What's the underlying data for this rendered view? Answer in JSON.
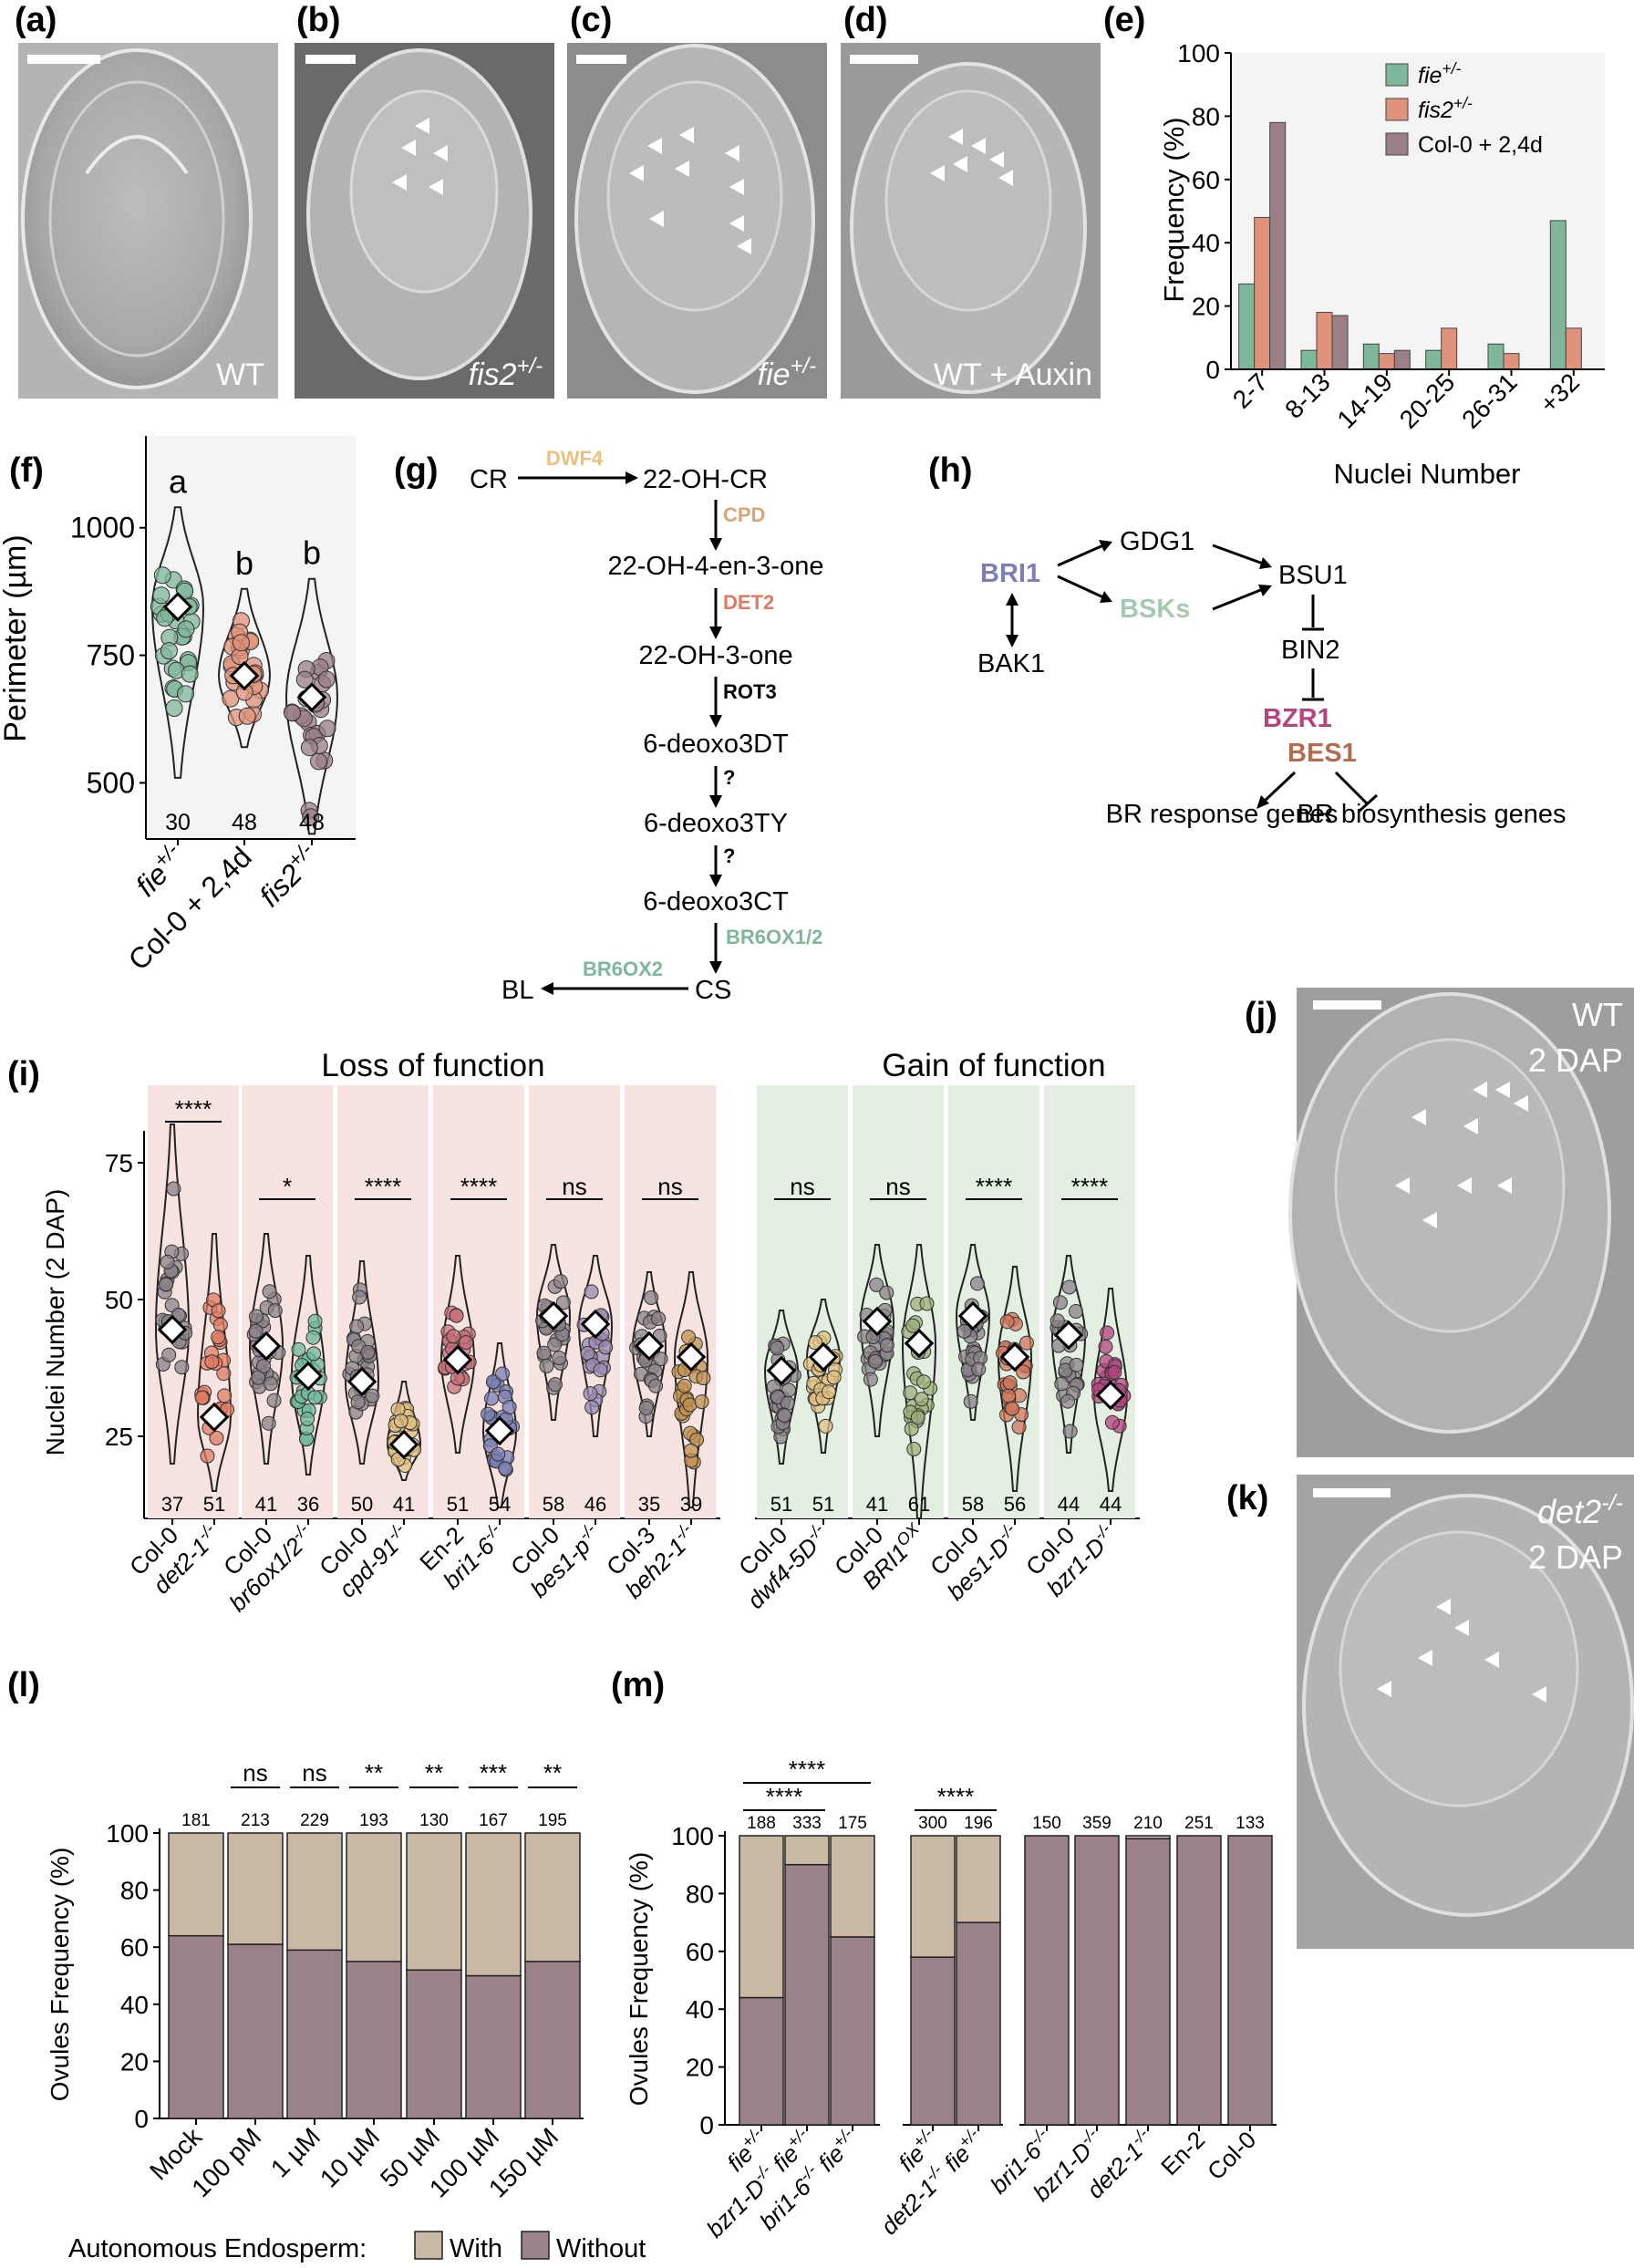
{
  "colors": {
    "green": "#7fb79a",
    "orange": "#e0937a",
    "mauve": "#9a7f86",
    "with": "#c9b9a4",
    "without": "#9a8288",
    "blue": "#7b7fb5",
    "lightgreen": "#a7c9b0",
    "magenta": "#b3447d",
    "brown": "#b36a4f",
    "gold": "#e0c080",
    "salmon": "#e07b61",
    "teal": "#6fb89a",
    "bgGreen": "#e3efe0",
    "bgPink": "#f7e4e0",
    "panelBg": "#f4f4f4"
  },
  "panels": {
    "a": "(a)",
    "b": "(b)",
    "c": "(c)",
    "d": "(d)",
    "e": "(e)",
    "f": "(f)",
    "g": "(g)",
    "h": "(h)",
    "i": "(i)",
    "j": "(j)",
    "k": "(k)",
    "l": "(l)",
    "m": "(m)"
  },
  "micrographs": {
    "a": "WT",
    "b": "fis2+/-",
    "c": "fie+/-",
    "d": "WT + Auxin",
    "j": [
      "WT",
      "2 DAP"
    ],
    "k": [
      "det2-/-",
      "2 DAP"
    ]
  },
  "chart_data": [
    {
      "id": "e",
      "type": "bar",
      "xlabel": "Nuclei Number",
      "ylabel": "Frequency (%)",
      "ylim": [
        0,
        100
      ],
      "yticks": [
        0,
        20,
        40,
        60,
        80,
        100
      ],
      "categories": [
        "2-7",
        "8-13",
        "14-19",
        "20-25",
        "26-31",
        "+32"
      ],
      "series": [
        {
          "name": "fie+/-",
          "color": "#7fb79a",
          "values": [
            27,
            6,
            8,
            6,
            8,
            47
          ]
        },
        {
          "name": "fis2+/-",
          "color": "#e0937a",
          "values": [
            48,
            18,
            5,
            13,
            5,
            13
          ]
        },
        {
          "name": "Col-0 + 2,4d",
          "color": "#9a7f86",
          "values": [
            78,
            17,
            6,
            0,
            0,
            0
          ]
        }
      ],
      "legend": "top-right"
    },
    {
      "id": "f",
      "type": "scatter",
      "ylabel": "Perimeter (µm)",
      "ylim": [
        390,
        1180
      ],
      "yticks": [
        500,
        750,
        1000
      ],
      "groups": [
        {
          "label": "fie+/-",
          "color": "#7fb79a",
          "mean": 845,
          "min": 510,
          "max": 1040,
          "n": "30",
          "letter": "a"
        },
        {
          "label": "Col-0 + 2,4d",
          "color": "#e0937a",
          "mean": 710,
          "min": 570,
          "max": 880,
          "n": "48",
          "letter": "b"
        },
        {
          "label": "fis2+/-",
          "color": "#9a7f86",
          "mean": 668,
          "min": 400,
          "max": 900,
          "n": "48",
          "letter": "b"
        }
      ]
    },
    {
      "id": "i",
      "type": "scatter",
      "ylabel": "Nuclei Number (2 DAP)",
      "ylim": [
        10,
        90
      ],
      "yticks": [
        25,
        50,
        75
      ],
      "sections": {
        "loss": "Loss of function",
        "gain": "Gain of function"
      },
      "pairs": [
        {
          "section": "loss",
          "sig": "****",
          "groups": [
            {
              "label": "Col-0",
              "color": "#8a8288",
              "mean": 44.5,
              "min": 20,
              "max": 82,
              "n": "37"
            },
            {
              "label": "det2-1-/-",
              "color": "#e07b61",
              "mean": 28.5,
              "min": 15,
              "max": 62,
              "n": "51"
            }
          ]
        },
        {
          "section": "loss",
          "sig": "*",
          "groups": [
            {
              "label": "Col-0",
              "color": "#8a8288",
              "mean": 41.5,
              "min": 20,
              "max": 62,
              "n": "41"
            },
            {
              "label": "br6ox1/2-/-",
              "color": "#6fb89a",
              "mean": 36,
              "min": 18,
              "max": 58,
              "n": "36"
            }
          ]
        },
        {
          "section": "loss",
          "sig": "****",
          "groups": [
            {
              "label": "Col-0",
              "color": "#8a8288",
              "mean": 35,
              "min": 20,
              "max": 57,
              "n": "50"
            },
            {
              "label": "cpd-91-/-",
              "color": "#e0c080",
              "mean": 23.5,
              "min": 17,
              "max": 35,
              "n": "41"
            }
          ]
        },
        {
          "section": "loss",
          "sig": "****",
          "groups": [
            {
              "label": "En-2",
              "color": "#c8707a",
              "mean": 39,
              "min": 22,
              "max": 58,
              "n": "51"
            },
            {
              "label": "bri1-6-/-",
              "color": "#7b7fb5",
              "mean": 26,
              "min": 12,
              "max": 42,
              "n": "54"
            }
          ]
        },
        {
          "section": "loss",
          "sig": "ns",
          "groups": [
            {
              "label": "Col-0",
              "color": "#8a8288",
              "mean": 47,
              "min": 28,
              "max": 60,
              "n": "58"
            },
            {
              "label": "bes1-p-/-",
              "color": "#9a8ab0",
              "mean": 45.5,
              "min": 25,
              "max": 58,
              "n": "46"
            }
          ]
        },
        {
          "section": "loss",
          "sig": "ns",
          "groups": [
            {
              "label": "Col-3",
              "color": "#8a8288",
              "mean": 41.5,
              "min": 25,
              "max": 55,
              "n": "35"
            },
            {
              "label": "beh2-1-/-",
              "color": "#c09050",
              "mean": 39.5,
              "min": 12,
              "max": 55,
              "n": "39"
            }
          ]
        },
        {
          "section": "gain",
          "sig": "ns",
          "groups": [
            {
              "label": "Col-0",
              "color": "#8a8288",
              "mean": 37,
              "min": 20,
              "max": 48,
              "n": "51"
            },
            {
              "label": "dwf4-5D-/-",
              "color": "#e0c080",
              "mean": 39.5,
              "min": 22,
              "max": 50,
              "n": "51"
            }
          ]
        },
        {
          "section": "gain",
          "sig": "ns",
          "groups": [
            {
              "label": "Col-0",
              "color": "#8a8288",
              "mean": 46,
              "min": 25,
              "max": 60,
              "n": "41"
            },
            {
              "label": "BRI1OX",
              "color": "#9ab07a",
              "mean": 42,
              "min": 10,
              "max": 60,
              "n": "61"
            }
          ]
        },
        {
          "section": "gain",
          "sig": "****",
          "groups": [
            {
              "label": "Col-0",
              "color": "#8a8288",
              "mean": 47,
              "min": 28,
              "max": 60,
              "n": "58"
            },
            {
              "label": "bes1-D-/-",
              "color": "#d0755a",
              "mean": 39.5,
              "min": 15,
              "max": 56,
              "n": "56"
            }
          ]
        },
        {
          "section": "gain",
          "sig": "****",
          "groups": [
            {
              "label": "Col-0",
              "color": "#8a8288",
              "mean": 43.5,
              "min": 22,
              "max": 58,
              "n": "44"
            },
            {
              "label": "bzr1-D-/-",
              "color": "#b3447d",
              "mean": 32.5,
              "min": 15,
              "max": 52,
              "n": "44"
            }
          ]
        }
      ]
    },
    {
      "id": "l",
      "type": "bar",
      "ylabel": "Ovules Frequency (%)",
      "ylim": [
        0,
        100
      ],
      "yticks": [
        0,
        20,
        40,
        60,
        80,
        100
      ],
      "categories": [
        "Mock",
        "100 pM",
        "1 µM",
        "10 µM",
        "50 µM",
        "100 µM",
        "150 µM"
      ],
      "series": [
        {
          "name": "Without",
          "values": [
            64,
            61,
            59,
            55,
            52,
            50,
            55
          ]
        },
        {
          "name": "With",
          "values": [
            36,
            39,
            41,
            45,
            48,
            50,
            45
          ]
        }
      ],
      "n": [
        "181",
        "213",
        "229",
        "193",
        "130",
        "167",
        "195"
      ],
      "sig": [
        "",
        "ns",
        "ns",
        "**",
        "**",
        "***",
        "**"
      ]
    },
    {
      "id": "m",
      "type": "bar",
      "ylabel": "Ovules Frequency (%)",
      "ylim": [
        0,
        100
      ],
      "yticks": [
        0,
        20,
        40,
        60,
        80,
        100
      ],
      "categories": [
        "fie+/-",
        "bzr1-D-/- fie+/-",
        "bri1-6-/- fie+/-",
        "fie+/-",
        "det2-1-/- fie+/-",
        "bri1-6-/-",
        "bzr1-D-/-",
        "det2-1-/-",
        "En-2",
        "Col-0"
      ],
      "series": [
        {
          "name": "Without",
          "values": [
            44,
            90,
            65,
            58,
            70,
            100,
            100,
            99,
            100,
            100
          ]
        },
        {
          "name": "With",
          "values": [
            56,
            10,
            35,
            42,
            30,
            0,
            0,
            1,
            0,
            0
          ]
        }
      ],
      "n": [
        "188",
        "333",
        "175",
        "300",
        "196",
        "150",
        "359",
        "210",
        "251",
        "133"
      ],
      "sig": [
        "****",
        "****",
        "****"
      ]
    }
  ],
  "pathway_g": {
    "nodes": [
      "CR",
      "22-OH-CR",
      "22-OH-4-en-3-one",
      "22-OH-3-one",
      "6-deoxo3DT",
      "6-deoxo3TY",
      "6-deoxo3CT",
      "CS",
      "BL"
    ],
    "enzymes": [
      "DWF4",
      "CPD",
      "DET2",
      "ROT3",
      "?",
      "?",
      "BR6OX1/2",
      "BR6OX2"
    ]
  },
  "pathway_h": {
    "nodes": [
      "BRI1",
      "GDG1",
      "BSKs",
      "BSU1",
      "BIN2",
      "BAK1",
      "BZR1",
      "BES1",
      "BR response genes",
      "BR biosynthesis genes"
    ]
  },
  "legend_bottom": {
    "title": "Autonomous Endosperm:",
    "with": "With",
    "without": "Without"
  }
}
